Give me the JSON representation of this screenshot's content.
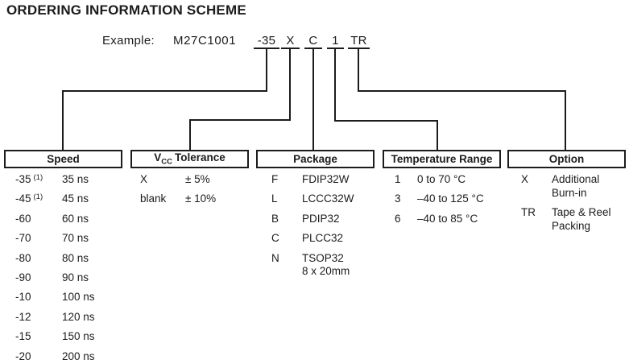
{
  "title": "ORDERING INFORMATION SCHEME",
  "example": {
    "label": "Example:",
    "part_number": "M27C1001",
    "codes": [
      "-35",
      "X",
      "C",
      "1",
      "TR"
    ]
  },
  "columns": [
    {
      "id": "speed",
      "header": "Speed",
      "entries": [
        {
          "code": "-35",
          "sup": "(1)",
          "value": "35 ns"
        },
        {
          "code": "-45",
          "sup": "(1)",
          "value": "45 ns"
        },
        {
          "code": "-60",
          "value": "60 ns"
        },
        {
          "code": "-70",
          "value": "70 ns"
        },
        {
          "code": "-80",
          "value": "80 ns"
        },
        {
          "code": "-90",
          "value": "90 ns"
        },
        {
          "code": "-10",
          "value": "100 ns"
        },
        {
          "code": "-12",
          "value": "120 ns"
        },
        {
          "code": "-15",
          "value": "150 ns"
        },
        {
          "code": "-20",
          "value": "200 ns"
        }
      ]
    },
    {
      "id": "vcc-tolerance",
      "header_v": "V",
      "header_sub": "CC",
      "header_rest": "Tolerance",
      "entries": [
        {
          "code": "X",
          "value": "± 5%"
        },
        {
          "code": "blank",
          "value": "± 10%"
        }
      ]
    },
    {
      "id": "package",
      "header": "Package",
      "entries": [
        {
          "code": "F",
          "value": "FDIP32W"
        },
        {
          "code": "L",
          "value": "LCCC32W"
        },
        {
          "code": "B",
          "value": "PDIP32"
        },
        {
          "code": "C",
          "value": "PLCC32"
        },
        {
          "code": "N",
          "value": "TSOP32\n8 x 20mm"
        }
      ]
    },
    {
      "id": "temperature-range",
      "header": "Temperature Range",
      "entries": [
        {
          "code": "1",
          "value": "0 to 70 °C"
        },
        {
          "code": "3",
          "value": "–40 to 125 °C"
        },
        {
          "code": "6",
          "value": "–40 to 85 °C"
        }
      ]
    },
    {
      "id": "option",
      "header": "Option",
      "entries": [
        {
          "code": "X",
          "value": "Additional\nBurn-in"
        },
        {
          "code": "TR",
          "value": "Tape & Reel\nPacking"
        }
      ]
    }
  ],
  "colors": {
    "ink": "#1c1c1c",
    "background": "#ffffff"
  }
}
